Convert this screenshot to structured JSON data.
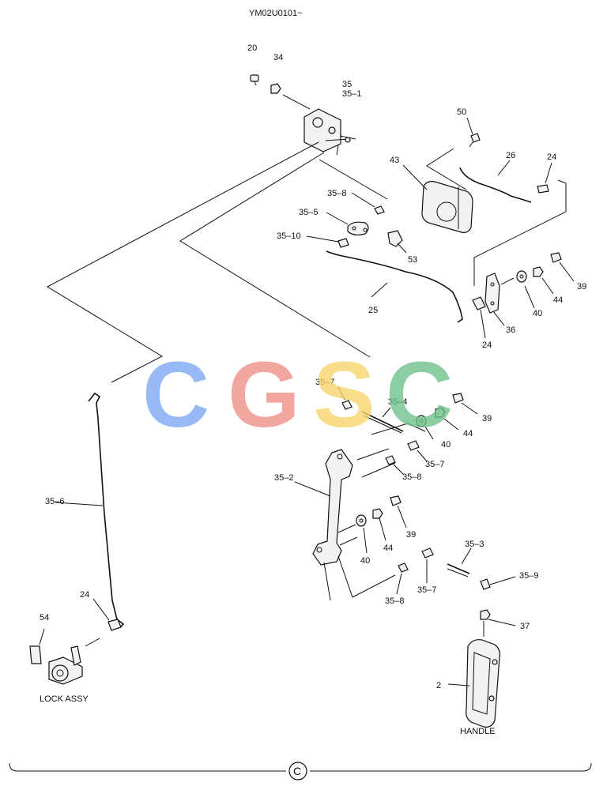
{
  "header": {
    "code": "YM02U0101~"
  },
  "watermark": {
    "text": "CGSC",
    "colors": [
      "#7aa7f5",
      "#f08c86",
      "#f8d46a",
      "#6cbf8a"
    ]
  },
  "labels": {
    "p20": "20",
    "p34": "34",
    "p35": "35",
    "p35_1": "35–1",
    "p50": "50",
    "p26": "26",
    "p24a": "24",
    "p43": "43",
    "p35_8a": "35–8",
    "p35_5": "35–5",
    "p35_10": "35–10",
    "p53": "53",
    "p25": "25",
    "p39a": "39",
    "p44a": "44",
    "p40a": "40",
    "p36": "36",
    "p24b": "24",
    "p35_7a": "35–7",
    "p35_4": "35–4",
    "p39b": "39",
    "p44b": "44",
    "p40b": "40",
    "p35_7b": "35–7",
    "p35_8b": "35–8",
    "p35_2": "35–2",
    "p39c": "39",
    "p44c": "44",
    "p40c": "40",
    "p35_3": "35–3",
    "p35_9": "35–9",
    "p35_7c": "35–7",
    "p35_8c": "35–8",
    "p35_6": "35–6",
    "p24c": "24",
    "p54": "54",
    "p37": "37",
    "p2": "2"
  },
  "captions": {
    "lock": "LOCK ASSY",
    "handle": "HANDLE"
  },
  "footer": {
    "section": "C"
  },
  "icons": [
    "circled-letter-icon"
  ]
}
